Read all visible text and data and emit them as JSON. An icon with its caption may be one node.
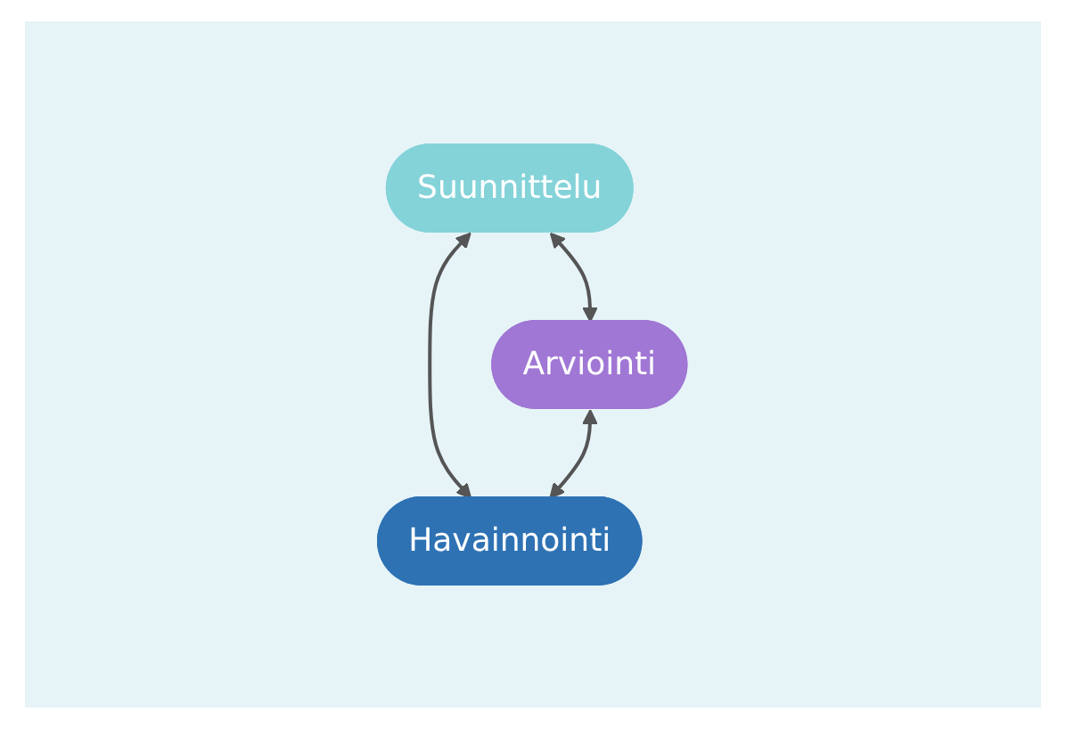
{
  "diagram": {
    "nodes": [
      {
        "text": [
          "Suunnittelu"
        ]
      },
      {
        "text": [
          "Arviointi"
        ]
      },
      {
        "text": [
          "Havainnointi"
        ]
      }
    ],
    "edges": [
      {
        "from": 0,
        "to": 1,
        "arrow": "both"
      },
      {
        "from": 0,
        "to": 2,
        "arrow": "both"
      },
      {
        "from": 1,
        "to": 2,
        "arrow": "both"
      }
    ]
  }
}
